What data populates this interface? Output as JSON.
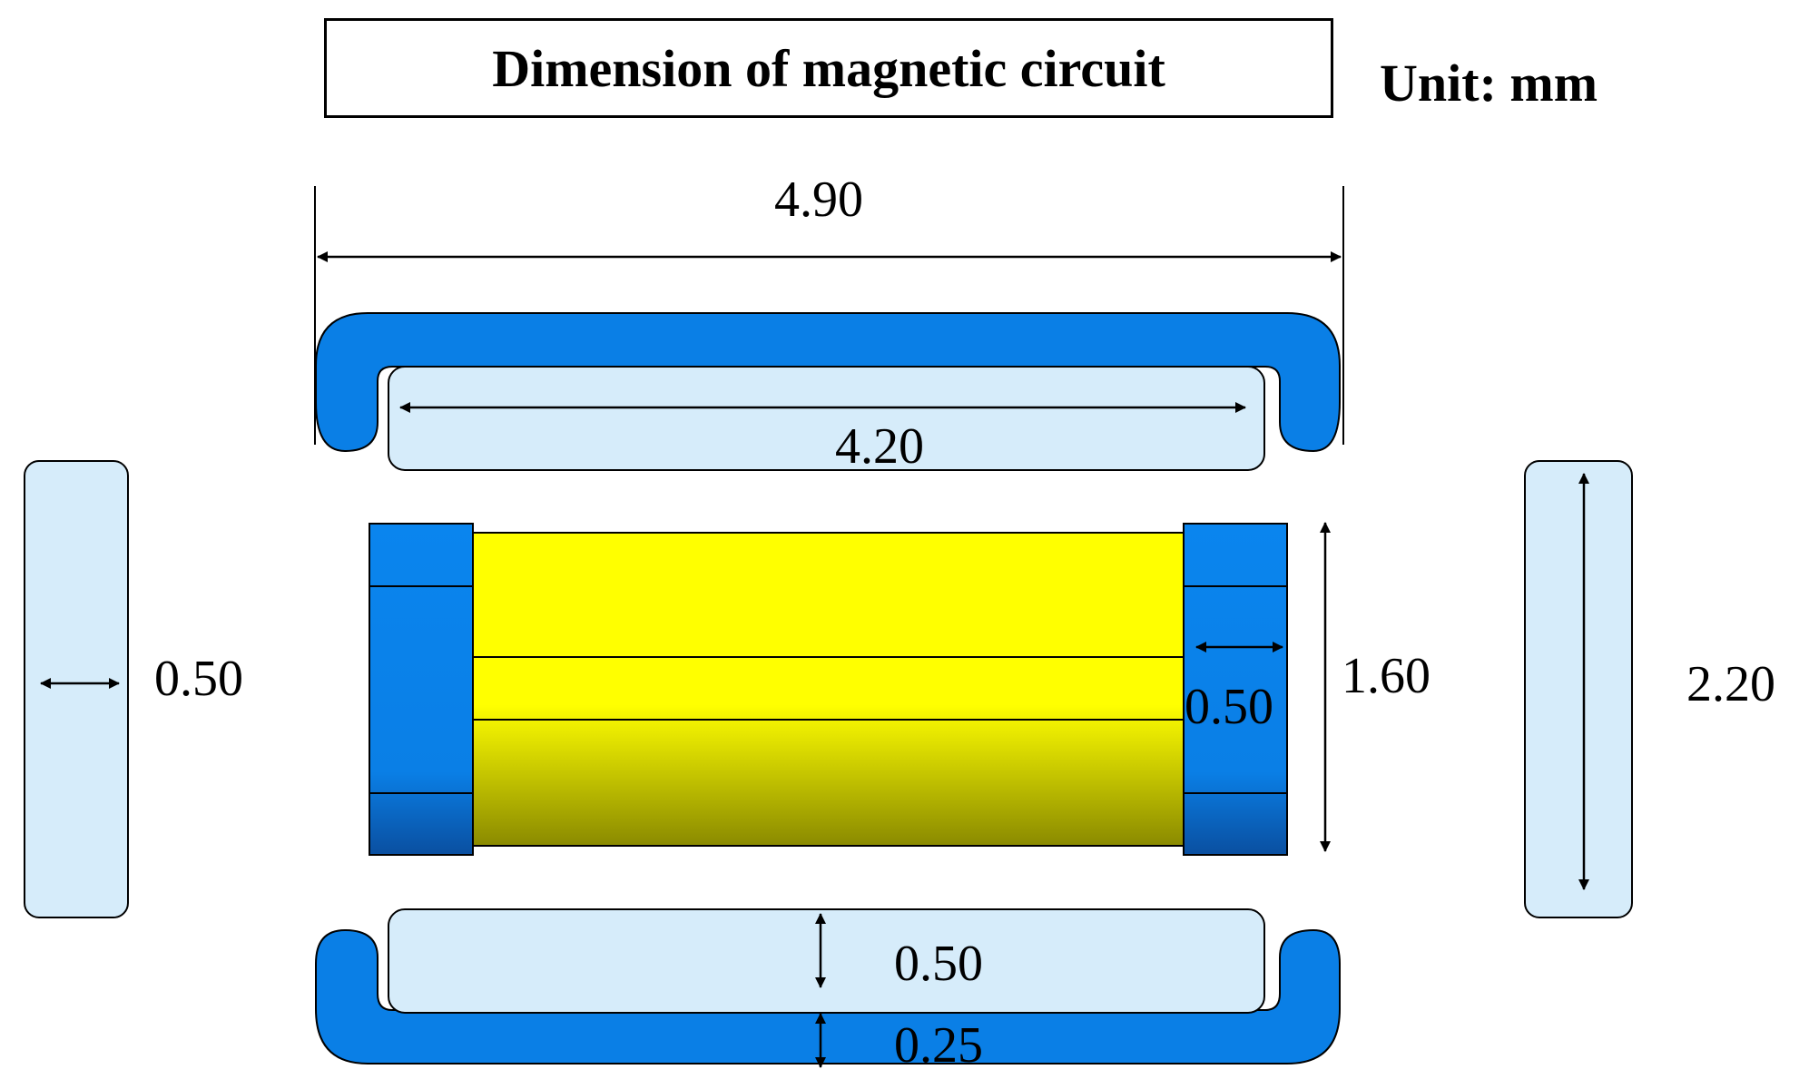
{
  "title": "Dimension of magnetic circuit",
  "unit": "Unit: mm",
  "dimensions": {
    "overall_width": "4.90",
    "inner_width": "4.20",
    "side_bar_thickness": "0.50",
    "end_cap_width": "0.50",
    "core_height": "1.60",
    "side_bar_height": "2.20",
    "bottom_plate_thickness": "0.50",
    "yoke_thickness": "0.25"
  },
  "colors": {
    "yoke_blue": "#0a7fe6",
    "plate_light_blue": "#d6ecfa",
    "coil_yellow": "#ffff00",
    "coil_shadow": "#8a8a00",
    "outline": "#000000"
  }
}
